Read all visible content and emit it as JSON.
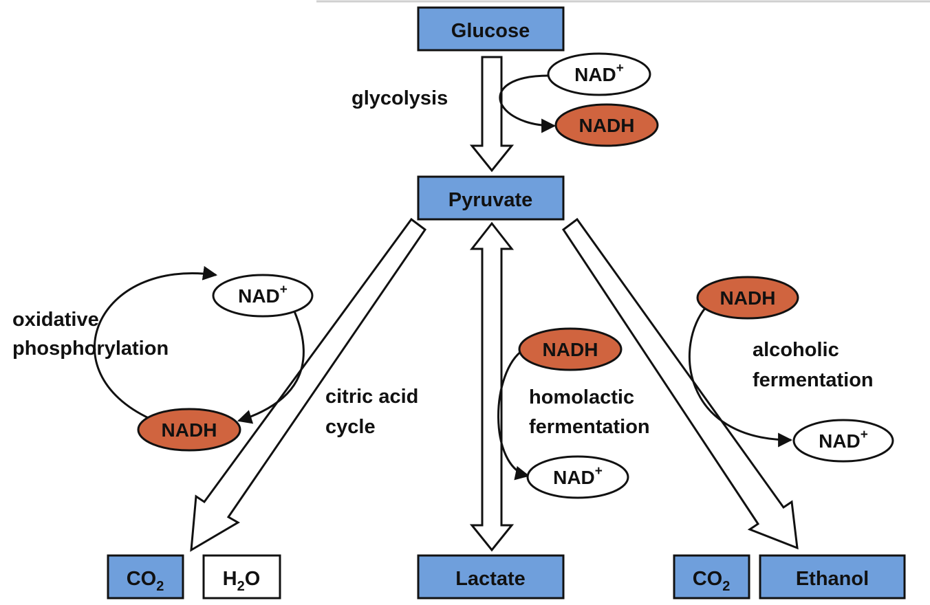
{
  "nodes": {
    "glucose": "Glucose",
    "pyruvate": "Pyruvate",
    "lactate": "Lactate",
    "ethanol": "Ethanol",
    "co2_left": {
      "main": "CO",
      "sub": "2"
    },
    "h2o": {
      "a": "H",
      "sub": "2",
      "b": "O"
    },
    "co2_right": {
      "main": "CO",
      "sub": "2"
    }
  },
  "cofactors": {
    "nad_plus": {
      "main": "NAD",
      "sup": "+"
    },
    "nadh": "NADH"
  },
  "pathways": {
    "glycolysis": "glycolysis",
    "oxidative": [
      "oxidative",
      "phosphorylation"
    ],
    "citric": [
      "citric acid",
      "cycle"
    ],
    "homolactic": [
      "homolactic",
      "fermentation"
    ],
    "alcoholic": [
      "alcoholic",
      "fermentation"
    ]
  },
  "colors": {
    "metabolite_box": "#6f9fdc",
    "nadh_fill": "#d0643f",
    "nad_fill": "#ffffff"
  }
}
